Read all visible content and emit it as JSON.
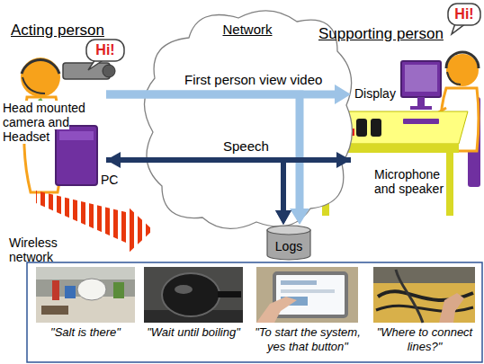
{
  "diagram": {
    "nodes": [
      {
        "text": [
          "Acting person"
        ]
      },
      {
        "text": [
          "Network"
        ]
      },
      {
        "text": [
          "Supporting person"
        ]
      },
      {
        "text": [
          "Logs"
        ]
      },
      {
        "text": [
          "\"Salt is there\""
        ]
      },
      {
        "text": [
          "\"Wait until boiling\""
        ]
      },
      {
        "text": [
          "\"To start the system, yes that button\""
        ]
      },
      {
        "text": [
          "\"Where to connect lines?\""
        ]
      }
    ],
    "edges": [
      {
        "from": 0,
        "to": 2,
        "arrow": "to",
        "label": "First person view video"
      },
      {
        "from": 0,
        "to": 3,
        "arrow": "to"
      },
      {
        "from": 0,
        "to": 2,
        "arrow": "both",
        "label": "Speech"
      },
      {
        "from": 0,
        "to": 3,
        "arrow": "to"
      },
      {
        "from": 2,
        "to": 3,
        "arrow": "to"
      }
    ],
    "labels": [
      "Hi!",
      "Hi!",
      "Head mounted camera and Headset",
      "Display",
      "PC",
      "Microphone and speaker",
      "Wireless network"
    ]
  }
}
